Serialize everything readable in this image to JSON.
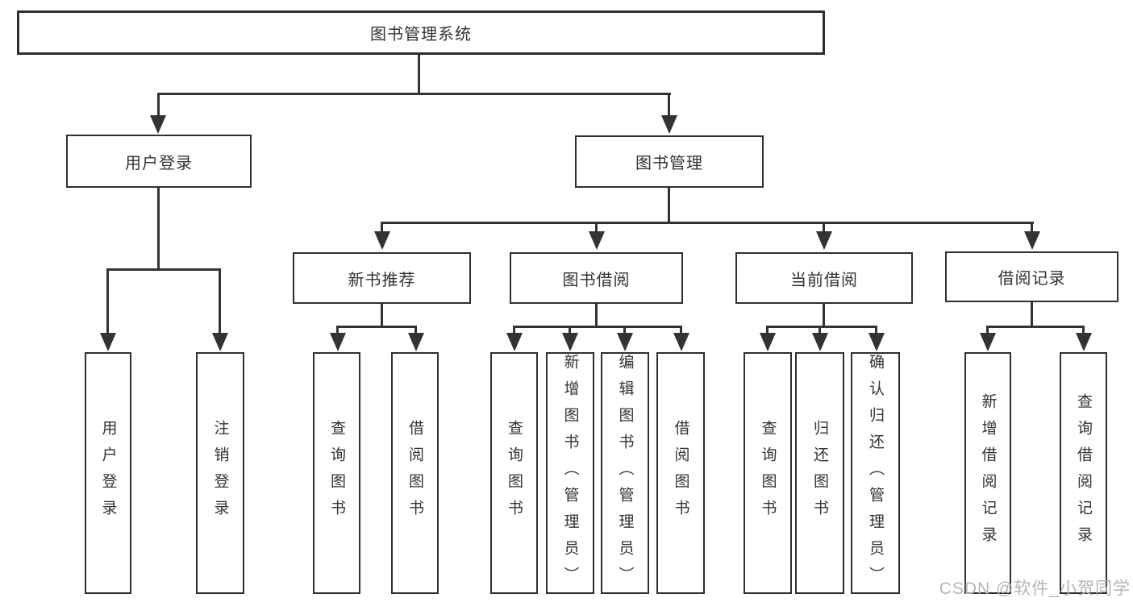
{
  "diagram": {
    "root": {
      "label": "图书管理系统"
    },
    "level2": [
      {
        "label": "用户登录"
      },
      {
        "label": "图书管理"
      }
    ],
    "level3": [
      {
        "label": "新书推荐"
      },
      {
        "label": "图书借阅"
      },
      {
        "label": "当前借阅"
      },
      {
        "label": "借阅记录"
      }
    ],
    "leaves": [
      {
        "label": "用户登录"
      },
      {
        "label": "注销登录"
      },
      {
        "label": "查询图书"
      },
      {
        "label": "借阅图书"
      },
      {
        "label": "查询图书"
      },
      {
        "label": "新增图书（管理员）"
      },
      {
        "label": "编辑图书（管理员）"
      },
      {
        "label": "借阅图书"
      },
      {
        "label": "查询图书"
      },
      {
        "label": "归还图书"
      },
      {
        "label": "确认归还（管理员）"
      },
      {
        "label": "新增借阅记录"
      },
      {
        "label": "查询借阅记录"
      }
    ]
  },
  "watermark": {
    "text": "CSDN @软件_小贺同学"
  },
  "colors": {
    "line": "#333333",
    "text": "#333333",
    "box_background": "#ffffff",
    "watermark": "#b5b5b5",
    "background": "#ffffff"
  }
}
